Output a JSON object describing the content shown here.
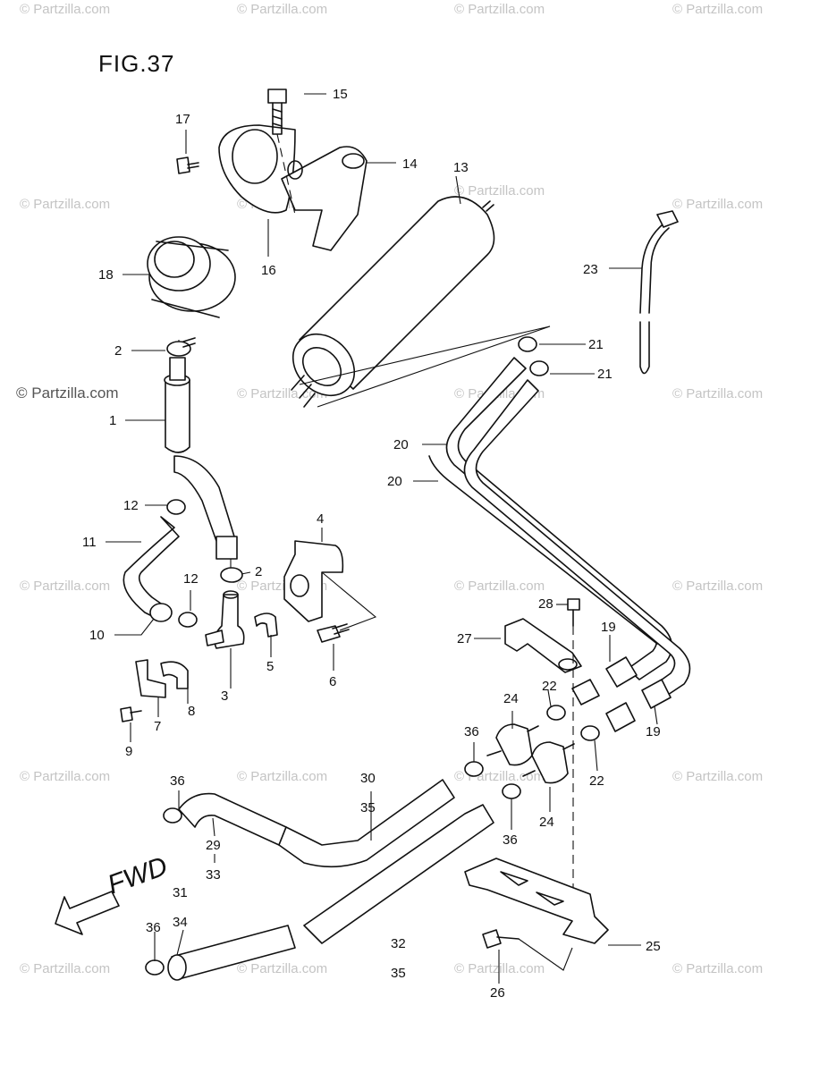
{
  "figure_title": "FIG.37",
  "direction_label": "FWD",
  "watermark": {
    "text": "© Partzilla.com"
  },
  "callouts": {
    "c1": "1",
    "c2a": "2",
    "c2b": "2",
    "c3": "3",
    "c4": "4",
    "c5": "5",
    "c6": "6",
    "c7": "7",
    "c8": "8",
    "c9": "9",
    "c10": "10",
    "c11": "11",
    "c12a": "12",
    "c12b": "12",
    "c13": "13",
    "c14": "14",
    "c15": "15",
    "c16": "16",
    "c17": "17",
    "c18": "18",
    "c19a": "19",
    "c19b": "19",
    "c20a": "20",
    "c20b": "20",
    "c21a": "21",
    "c21b": "21",
    "c22a": "22",
    "c22b": "22",
    "c23": "23",
    "c24a": "24",
    "c24b": "24",
    "c25": "25",
    "c26": "26",
    "c27": "27",
    "c28": "28",
    "c29": "29",
    "c30": "30",
    "c31": "31",
    "c32": "32",
    "c33": "33",
    "c34": "34",
    "c35a": "35",
    "c35b": "35",
    "c36a": "36",
    "c36b": "36",
    "c36c": "36",
    "c36d": "36"
  }
}
